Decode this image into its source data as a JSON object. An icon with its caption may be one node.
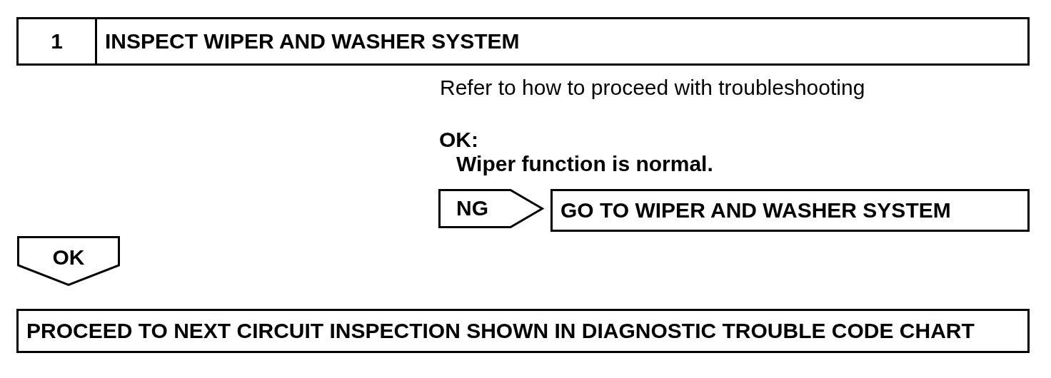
{
  "diagram": {
    "nodes": [
      {
        "text": [
          "1",
          "INSPECT WIPER AND WASHER SYSTEM"
        ]
      },
      {
        "text": [
          "NG"
        ]
      },
      {
        "text": [
          "GO TO WIPER AND WASHER SYSTEM"
        ]
      },
      {
        "text": [
          "OK"
        ]
      },
      {
        "text": [
          "PROCEED TO NEXT CIRCUIT INSPECTION SHOWN IN DIAGNOSTIC TROUBLE CODE CHART"
        ]
      }
    ],
    "labels": [
      "Refer to how to proceed with troubleshooting",
      "OK:",
      "Wiper function is normal."
    ]
  }
}
